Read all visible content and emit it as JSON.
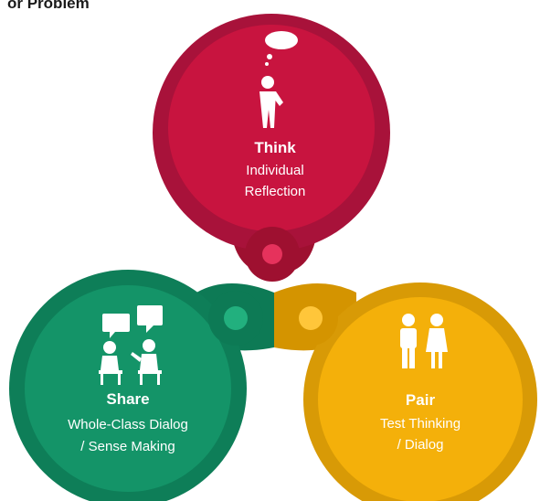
{
  "header_fragment": "or Problem",
  "think": {
    "title": "Think",
    "line1": "Individual",
    "line2": "Reflection",
    "color": "#c8143f",
    "rim": "#9e1030",
    "icon": "thinking-person-icon"
  },
  "pair": {
    "title": "Pair",
    "line1": "Test Thinking",
    "line2": "/ Dialog",
    "color": "#f4b00a",
    "rim": "#d49400",
    "icon": "two-people-icon"
  },
  "share": {
    "title": "Share",
    "line1": "Whole-Class Dialog",
    "line2": "/ Sense Making",
    "color": "#149468",
    "rim": "#0d7a55",
    "icon": "group-discussion-icon"
  }
}
